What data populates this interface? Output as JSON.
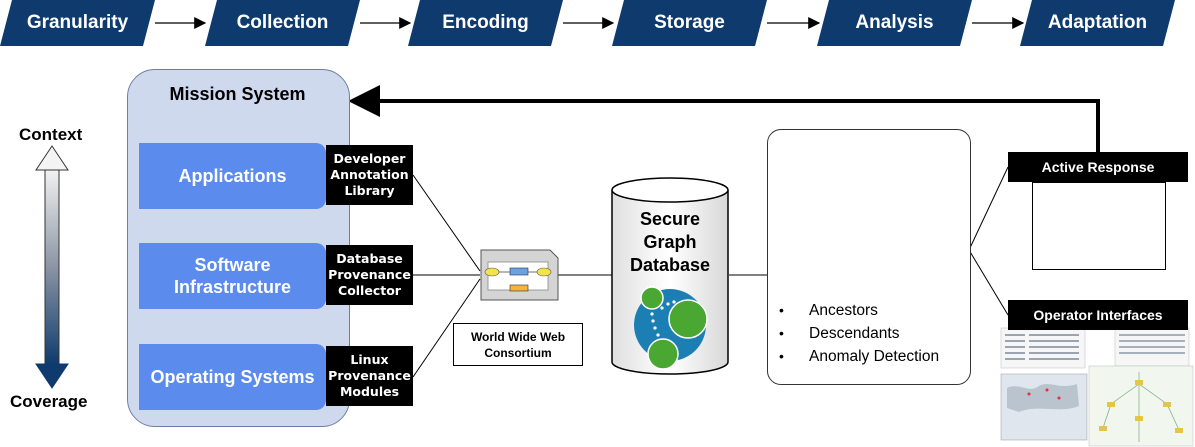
{
  "pipeline": [
    "Granularity",
    "Collection",
    "Encoding",
    "Storage",
    "Analysis",
    "Adaptation"
  ],
  "axis": {
    "top": "Context",
    "bottom": "Coverage"
  },
  "mission": {
    "title": "Mission System",
    "layers": [
      {
        "name": "Applications",
        "tag": [
          "Developer",
          "Annotation",
          "Library"
        ]
      },
      {
        "name": [
          "Software",
          "Infrastructure"
        ],
        "tag": [
          "Database",
          "Provenance",
          "Collector"
        ]
      },
      {
        "name": "Operating Systems",
        "tag": [
          "Linux",
          "Provenance",
          "Modules"
        ]
      }
    ]
  },
  "encoding": {
    "label": [
      "World Wide Web",
      "Consortium"
    ]
  },
  "database": {
    "label": [
      "Secure",
      "Graph",
      "Database"
    ]
  },
  "analysis": {
    "items": [
      "Ancestors",
      "Descendants",
      "Anomaly Detection"
    ]
  },
  "adaptation": {
    "active_response": "Active Response",
    "operator_interfaces": "Operator Interfaces"
  },
  "colors": {
    "navy": "#0e3a6e",
    "layer_blue": "#5b8bed",
    "mission_bg": "#cfd9ee",
    "cycle_blue": "#2a62c4",
    "k8s_blue": "#326ce5",
    "neo4j_teal": "#1c7fb4",
    "neo4j_green": "#4aa832"
  }
}
